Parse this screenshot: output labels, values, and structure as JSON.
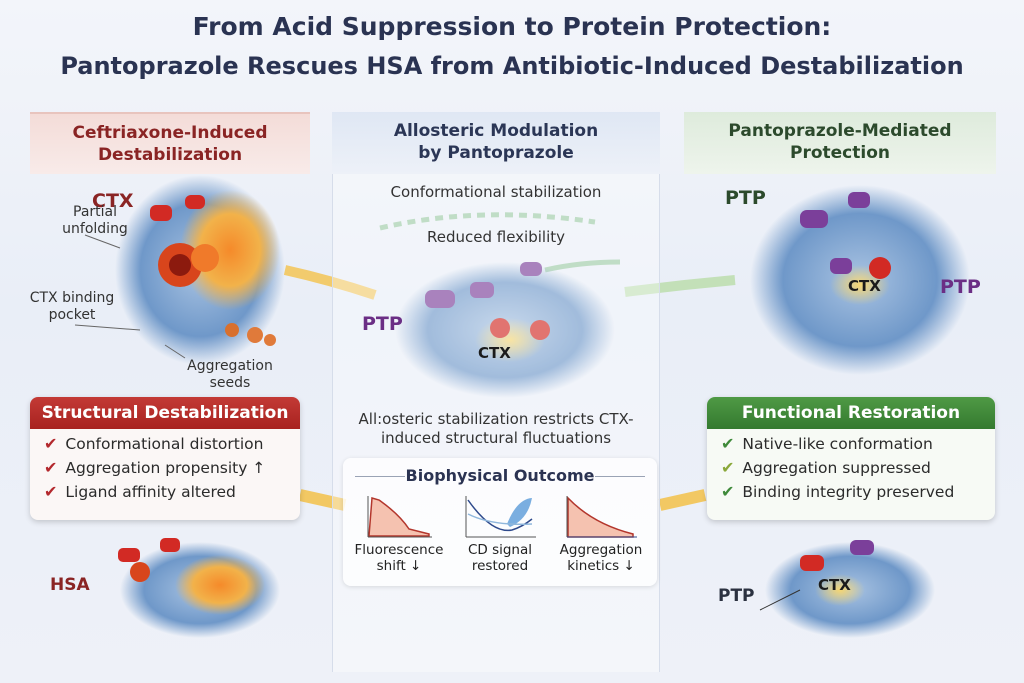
{
  "title": {
    "line1": "From Acid Suppression to Protein Protection:",
    "line2": "Pantoprazole Rescues HSA from Antibiotic-Induced Destabilization"
  },
  "left": {
    "header_line1": "Ceftriaxone-Induced",
    "header_line2": "Destabilization",
    "ctx_label": "CTX",
    "partial_unfolding_1": "Partial",
    "partial_unfolding_2": "unfolding",
    "pocket_1": "CTX binding",
    "pocket_2": "pocket",
    "seeds_1": "Aggregation",
    "seeds_2": "seeds",
    "box_title": "Structural Destabilization",
    "items": [
      "Conformational distortion",
      "Aggregation propensity ↑",
      "Ligand affinity altered"
    ],
    "hsa_label": "HSA",
    "accent": "#b3282d"
  },
  "middle": {
    "header_line1": "Allosteric Modulation",
    "header_line2": "by Pantoprazole",
    "stab": "Conformational stabilization",
    "flex": "Reduced flexibility",
    "ptp_label": "PTP",
    "ctx_label": "CTX",
    "caption_1": "All:osteric stabilization restricts CTX-",
    "caption_2": "induced structural fluctuations",
    "outcome_title": "Biophysical Outcome",
    "outcomes": [
      {
        "l1": "Fluorescence",
        "l2": "shift ↓"
      },
      {
        "l1": "CD signal",
        "l2": "restored"
      },
      {
        "l1": "Aggregation",
        "l2": "kinetics ↓"
      }
    ]
  },
  "right": {
    "header_line1": "Pantoprazole-Mediated",
    "header_line2": "Protection",
    "ptp_top": "PTP",
    "ctx_label": "CTX",
    "ptp_side": "PTP",
    "box_title": "Functional Restoration",
    "items": [
      "Native-like conformation",
      "Aggregation suppressed",
      "Binding integrity preserved"
    ],
    "ptp_bottom": "PTP",
    "ctx_bottom": "CTX",
    "accent": "#3f8a3a"
  }
}
